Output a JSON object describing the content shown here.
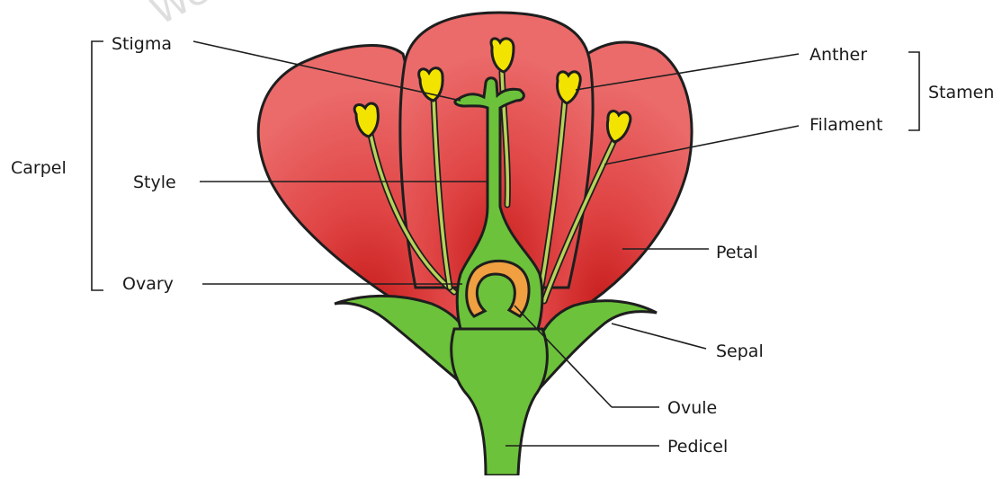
{
  "diagram": {
    "labels": {
      "stigma": "Stigma",
      "style": "Style",
      "ovary": "Ovary",
      "carpel": "Carpel",
      "anther": "Anther",
      "filament": "Filament",
      "stamen": "Stamen",
      "petal": "Petal",
      "sepal": "Sepal",
      "ovule": "Ovule",
      "pedicel": "Pedicel"
    },
    "watermark": "We",
    "colors": {
      "petal": "#e8585a",
      "petal_dark": "#d42a2a",
      "green": "#6cc23a",
      "anther": "#f2e400",
      "ovule": "#f0a040",
      "outline": "#1e1e1e"
    }
  }
}
